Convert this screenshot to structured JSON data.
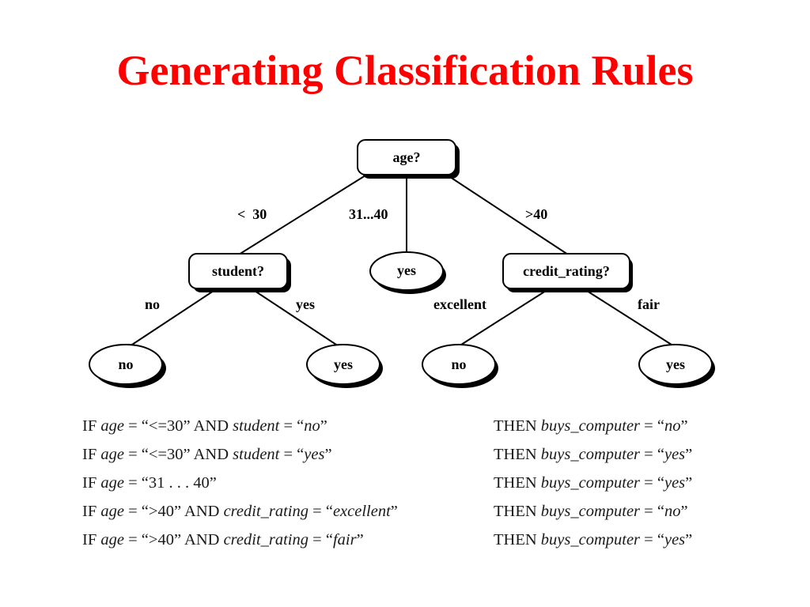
{
  "title": "Generating Classification Rules",
  "tree": {
    "nodes": {
      "root": "age?",
      "student": "student?",
      "mid_yes": "yes",
      "credit": "credit_rating?",
      "student_no": "no",
      "student_yes": "yes",
      "credit_no": "no",
      "credit_yes": "yes"
    },
    "edges": {
      "lt30": "<  30",
      "mid": "31...40",
      "gt40": ">40",
      "student_no": "no",
      "student_yes": "yes",
      "excellent": "excellent",
      "fair": "fair"
    }
  },
  "rules": [
    {
      "if_kw": "IF",
      "cond": [
        {
          "text": "age",
          "italic": true
        },
        {
          "text": " = “<=30” AND ",
          "italic": false
        },
        {
          "text": "student",
          "italic": true
        },
        {
          "text": " = “",
          "italic": false
        },
        {
          "text": "no",
          "italic": true
        },
        {
          "text": "”",
          "italic": false
        }
      ],
      "then": [
        {
          "text": "THEN ",
          "italic": false
        },
        {
          "text": "buys_computer",
          "italic": true
        },
        {
          "text": " = “",
          "italic": false
        },
        {
          "text": "no",
          "italic": true
        },
        {
          "text": "”",
          "italic": false
        }
      ]
    },
    {
      "if_kw": "IF",
      "cond": [
        {
          "text": "age",
          "italic": true
        },
        {
          "text": " = “<=30” AND ",
          "italic": false
        },
        {
          "text": "student",
          "italic": true
        },
        {
          "text": " = “",
          "italic": false
        },
        {
          "text": "yes",
          "italic": true
        },
        {
          "text": "”",
          "italic": false
        }
      ],
      "then": [
        {
          "text": "THEN ",
          "italic": false
        },
        {
          "text": "buys_computer",
          "italic": true
        },
        {
          "text": " = “",
          "italic": false
        },
        {
          "text": "yes",
          "italic": true
        },
        {
          "text": "”",
          "italic": false
        }
      ]
    },
    {
      "if_kw": "IF",
      "cond": [
        {
          "text": "age",
          "italic": true
        },
        {
          "text": " = “31 . . . 40”",
          "italic": false
        }
      ],
      "then": [
        {
          "text": "THEN ",
          "italic": false
        },
        {
          "text": "buys_computer",
          "italic": true
        },
        {
          "text": " = “",
          "italic": false
        },
        {
          "text": "yes",
          "italic": true
        },
        {
          "text": "”",
          "italic": false
        }
      ]
    },
    {
      "if_kw": "IF",
      "cond": [
        {
          "text": "age",
          "italic": true
        },
        {
          "text": " = “>40” AND ",
          "italic": false
        },
        {
          "text": "credit_rating",
          "italic": true
        },
        {
          "text": " = “",
          "italic": false
        },
        {
          "text": "excellent",
          "italic": true
        },
        {
          "text": "”",
          "italic": false
        }
      ],
      "then": [
        {
          "text": "THEN ",
          "italic": false
        },
        {
          "text": "buys_computer",
          "italic": true
        },
        {
          "text": " = “",
          "italic": false
        },
        {
          "text": "no",
          "italic": true
        },
        {
          "text": "”",
          "italic": false
        }
      ]
    },
    {
      "if_kw": "IF",
      "cond": [
        {
          "text": "age",
          "italic": true
        },
        {
          "text": " = “>40” AND ",
          "italic": false
        },
        {
          "text": "credit_rating",
          "italic": true
        },
        {
          "text": " = “",
          "italic": false
        },
        {
          "text": "fair",
          "italic": true
        },
        {
          "text": "”",
          "italic": false
        }
      ],
      "then": [
        {
          "text": "THEN ",
          "italic": false
        },
        {
          "text": "buys_computer",
          "italic": true
        },
        {
          "text": " = “",
          "italic": false
        },
        {
          "text": "yes",
          "italic": true
        },
        {
          "text": "”",
          "italic": false
        }
      ]
    }
  ],
  "colors": {
    "title": "#ff0000",
    "node_fill": "#ffffff",
    "node_stroke": "#000000",
    "shadow": "#000000"
  }
}
